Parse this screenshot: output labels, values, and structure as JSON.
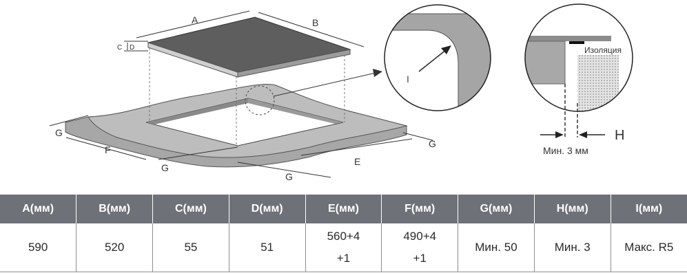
{
  "diagram": {
    "labels": {
      "A": "A",
      "B": "B",
      "C": "C",
      "D": "D",
      "E": "E",
      "F": "F",
      "G": "G",
      "H": "H",
      "I": "I"
    },
    "insulation_label": "Изоляция",
    "gap_label": "Мин. 3 мм"
  },
  "table": {
    "headers": [
      "A(мм)",
      "B(мм)",
      "C(мм)",
      "D(мм)",
      "E(мм)",
      "F(мм)",
      "G(мм)",
      "H(мм)",
      "I(мм)"
    ],
    "values": [
      {
        "main": "590",
        "tol": ""
      },
      {
        "main": "520",
        "tol": ""
      },
      {
        "main": "55",
        "tol": ""
      },
      {
        "main": "51",
        "tol": ""
      },
      {
        "main": "560+4",
        "tol": "+1"
      },
      {
        "main": "490+4",
        "tol": "+1"
      },
      {
        "main": "Мин. 50",
        "tol": ""
      },
      {
        "main": "Мин. 3",
        "tol": ""
      },
      {
        "main": "Макс. R5",
        "tol": ""
      }
    ]
  },
  "colors": {
    "header_bg": "#6e7177",
    "countertop": "#a9a9a9",
    "hob_glass": "#5a5a5a",
    "line": "#333333"
  }
}
